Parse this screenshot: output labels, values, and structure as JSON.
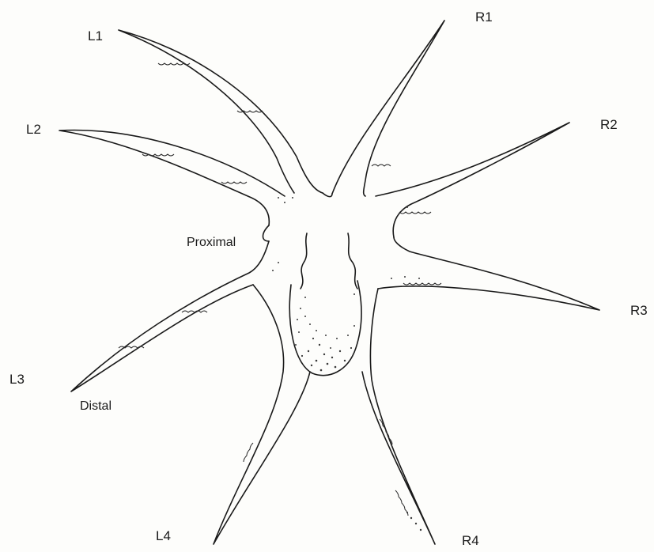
{
  "labels": {
    "l1": "L1",
    "l2": "L2",
    "l3": "L3",
    "l4": "L4",
    "r1": "R1",
    "r2": "R2",
    "r3": "R3",
    "r4": "R4",
    "proximal": "Proximal",
    "distal": "Distal"
  },
  "colors": {
    "ink": "#1a1a1a",
    "paper": "#fdfdfb",
    "stipple": "#3a3a3a"
  }
}
